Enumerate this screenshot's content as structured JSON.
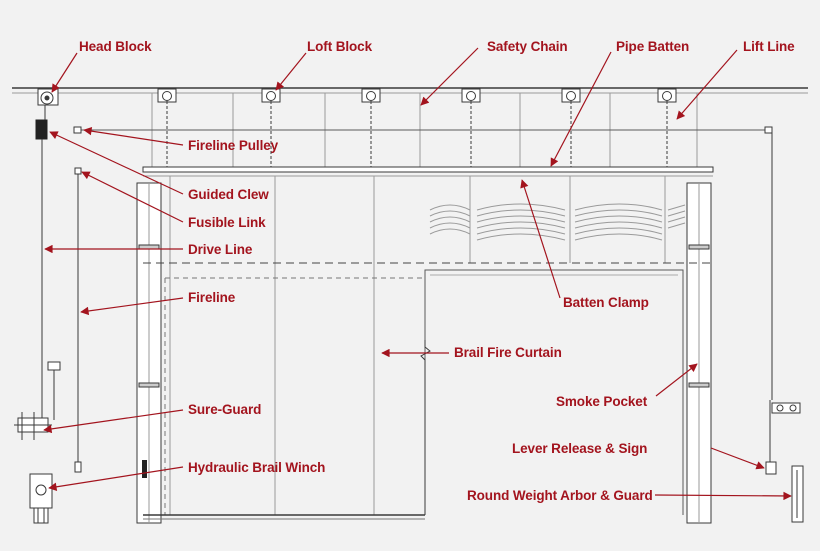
{
  "colors": {
    "background": "#f2f2f2",
    "label": "#a3141e",
    "line": "#3a3a3a",
    "light_line": "#9a9a9a"
  },
  "labels": {
    "head_block": "Head Block",
    "loft_block": "Loft Block",
    "safety_chain": "Safety Chain",
    "pipe_batten": "Pipe Batten",
    "lift_line": "Lift Line",
    "fireline_pulley": "Fireline Pulley",
    "guided_clew": "Guided Clew",
    "fusible_link": "Fusible Link",
    "drive_line": "Drive Line",
    "fireline": "Fireline",
    "batten_clamp": "Batten Clamp",
    "brail_fire_curtain": "Brail Fire Curtain",
    "smoke_pocket": "Smoke Pocket",
    "sure_guard": "Sure-Guard",
    "lever_release_sign": "Lever Release & Sign",
    "hydraulic_brail_winch": "Hydraulic Brail Winch",
    "round_weight_arbor_guard": "Round Weight Arbor & Guard"
  }
}
